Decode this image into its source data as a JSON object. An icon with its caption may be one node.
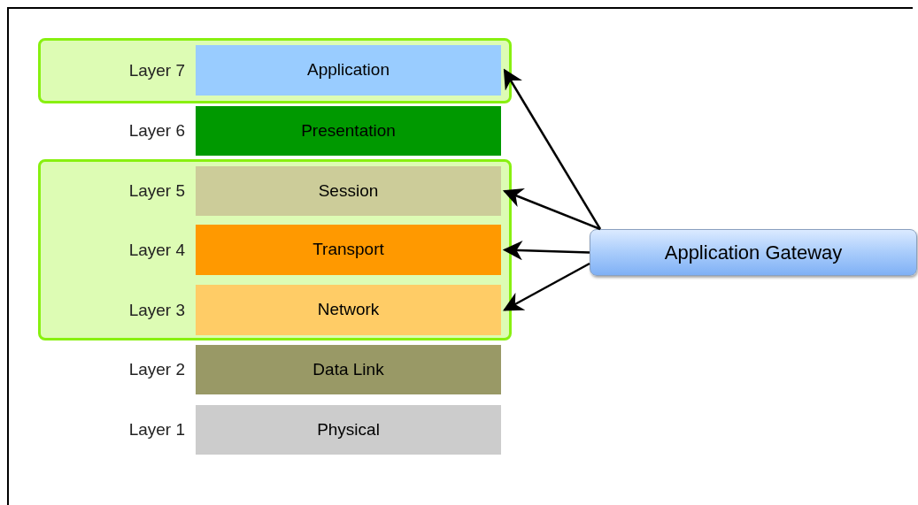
{
  "diagram": {
    "nodes": [
      {
        "text": [],
        "shape": "box"
      },
      {
        "text": [
          "Application"
        ],
        "in": 0,
        "beside": [
          "Layer 7"
        ]
      },
      {
        "text": [
          "Presentation"
        ],
        "beside": [
          "Layer 6"
        ]
      },
      {
        "text": [],
        "shape": "box"
      },
      {
        "text": [
          "Session"
        ],
        "in": 3,
        "beside": [
          "Layer 5"
        ]
      },
      {
        "text": [
          "Transport"
        ],
        "in": 3,
        "beside": [
          "Layer 4"
        ]
      },
      {
        "text": [
          "Network"
        ],
        "in": 3,
        "beside": [
          "Layer 3"
        ]
      },
      {
        "text": [
          "Data Link"
        ],
        "beside": [
          "Layer 2"
        ]
      },
      {
        "text": [
          "Physical"
        ],
        "beside": [
          "Layer 1"
        ]
      },
      {
        "text": [
          "Application Gateway"
        ]
      }
    ],
    "edges": [
      {
        "from": 9,
        "to": 1,
        "arrow": "to"
      },
      {
        "from": 9,
        "to": 4,
        "arrow": "to"
      },
      {
        "from": 9,
        "to": 5,
        "arrow": "to"
      },
      {
        "from": 9,
        "to": 6,
        "arrow": "to"
      }
    ]
  }
}
